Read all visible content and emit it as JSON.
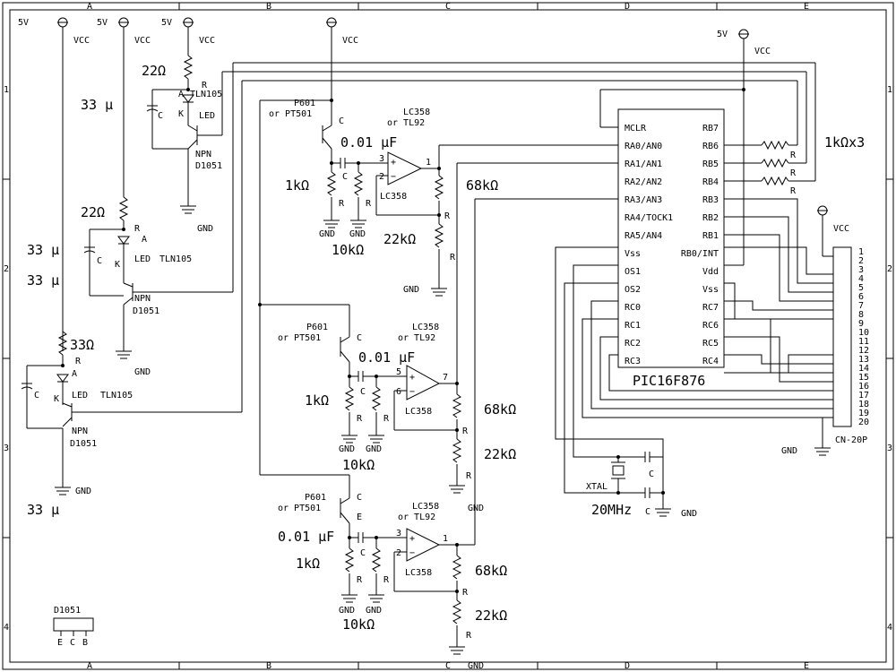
{
  "frame": {
    "columns": [
      "A",
      "B",
      "C",
      "D",
      "E"
    ],
    "rows": [
      "1",
      "2",
      "3",
      "4"
    ]
  },
  "power": {
    "v5": "5V",
    "vcc": "VCC",
    "gnd": "GND"
  },
  "sensors": {
    "transistor_name": "P601",
    "transistor_alt": "or PT501",
    "opamp_name": "LC358",
    "opamp_alt": "or TL92",
    "cap_value": "0.01 μF",
    "r_emitter": "1kΩ",
    "r_bias": "10kΩ",
    "r_feedback": "68kΩ",
    "r_ground": "22kΩ",
    "pin_labels": [
      "3",
      "2",
      "1",
      "5",
      "6",
      "7",
      "3",
      "2",
      "1"
    ]
  },
  "leds": {
    "resistor": [
      "22Ω",
      "22Ω",
      "33Ω"
    ],
    "capacitor": "33 μ",
    "led_name": "TLN105",
    "led_label": "LED",
    "npn": "NPN",
    "npn_part": "D1051"
  },
  "mcu": {
    "name": "PIC16F876",
    "left_pins": [
      "MCLR",
      "RA0/AN0",
      "RA1/AN1",
      "RA2/AN2",
      "RA3/AN3",
      "RA4/TOCK1",
      "RA5/AN4",
      "Vss",
      "OS1",
      "OS2",
      "RC0",
      "RC1",
      "RC2",
      "RC3"
    ],
    "right_pins": [
      "RB7",
      "RB6",
      "RB5",
      "RB4",
      "RB3",
      "RB2",
      "RB1",
      "RB0/INT",
      "Vdd",
      "Vss",
      "RC7",
      "RC6",
      "RC5",
      "RC4"
    ],
    "pullups": "1kΩx3"
  },
  "oscillator": {
    "label": "XTAL",
    "freq": "20MHz"
  },
  "connector": {
    "name": "CN-20P",
    "pins": [
      "1",
      "2",
      "3",
      "4",
      "5",
      "6",
      "7",
      "8",
      "9",
      "10",
      "11",
      "12",
      "13",
      "14",
      "15",
      "16",
      "17",
      "18",
      "19",
      "20"
    ]
  },
  "footprint": {
    "part": "D1051",
    "pins": [
      "E",
      "C",
      "B"
    ]
  },
  "letters": {
    "r": "R",
    "c": "C",
    "a": "A",
    "k": "K",
    "e": "E",
    "plus": "+",
    "minus": "−"
  }
}
